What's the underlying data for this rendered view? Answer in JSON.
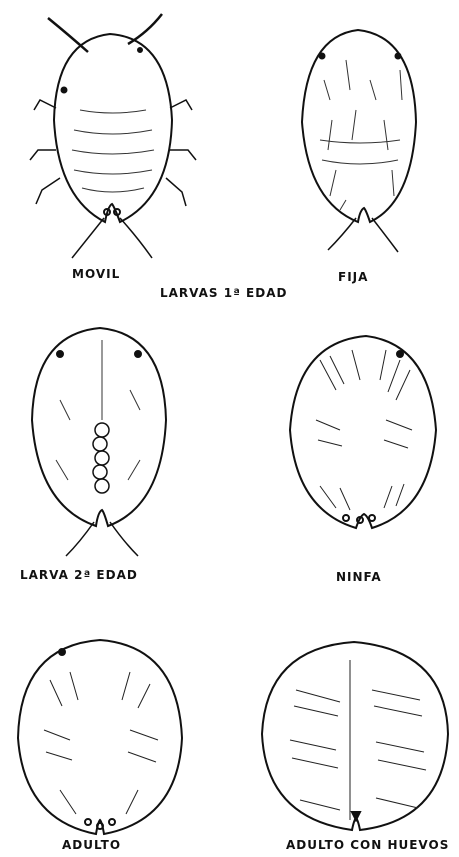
{
  "figure": {
    "stages": [
      {
        "id": "movil",
        "label": "MOVIL"
      },
      {
        "id": "fija",
        "label": "FIJA"
      },
      {
        "id": "larva2",
        "label": "LARVA 2ª EDAD"
      },
      {
        "id": "ninfa",
        "label": "NINFA"
      },
      {
        "id": "adulto",
        "label": "ADULTO"
      },
      {
        "id": "adulto_huevos",
        "label": "ADULTO CON HUEVOS"
      }
    ],
    "group_label": "LARVAS 1ª EDAD"
  },
  "colors": {
    "ink": "#111111",
    "paper": "#ffffff"
  }
}
